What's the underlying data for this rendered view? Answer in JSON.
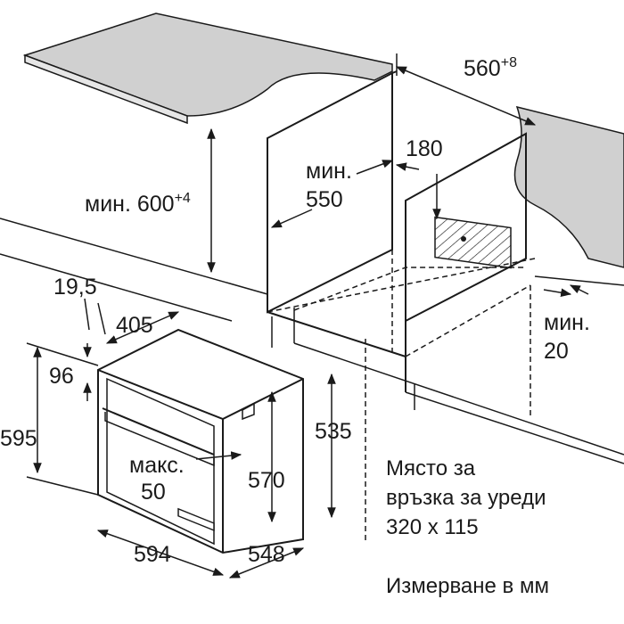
{
  "dimensions": {
    "width_niche": "560",
    "width_niche_tol": "+8",
    "min_height": "мин. 600",
    "min_height_tol": "+4",
    "min_depth_label": "мин.",
    "min_depth_value": "550",
    "socket_offset": "180",
    "min_gap_label": "мин.",
    "min_gap_value": "20",
    "front_offset": "19,5",
    "top_depth": "405",
    "top_gap": "96",
    "total_height": "595",
    "inner_height": "535",
    "max_label": "макс.",
    "max_value": "50",
    "body_height": "570",
    "total_width": "594",
    "total_depth": "548"
  },
  "notes": {
    "connection_line1": "Място за",
    "connection_line2": "връзка за уреди",
    "connection_line3": "320 x 115",
    "units": "Измерване в мм"
  },
  "colors": {
    "line": "#1a1a1a",
    "shading": "#cfcfcf",
    "background": "#ffffff"
  }
}
